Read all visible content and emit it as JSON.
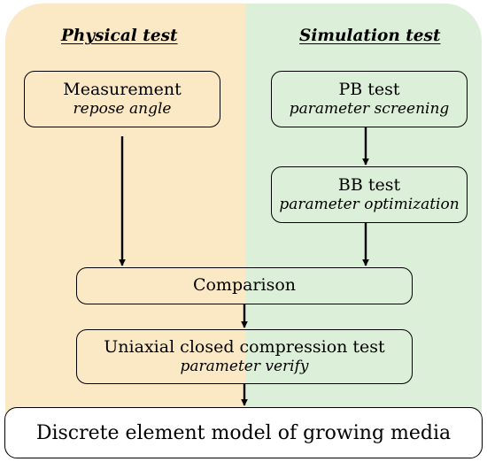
{
  "headers": {
    "physical": "Physical test",
    "simulation": "Simulation test"
  },
  "boxes": {
    "measurement": {
      "title": "Measurement",
      "subtitle": "repose angle"
    },
    "pb_test": {
      "title": "PB test",
      "subtitle": "parameter screening"
    },
    "bb_test": {
      "title": "BB test",
      "subtitle": "parameter optimization"
    },
    "comparison": {
      "title": "Comparison"
    },
    "compression": {
      "title": "Uniaxial closed compression test",
      "subtitle": "parameter verify"
    },
    "final": {
      "title": "Discrete element model of growing media"
    }
  },
  "colors": {
    "physical_bg": "#fbe9c6",
    "simulation_bg": "#dcefd8",
    "final_bg": "#ffffff"
  }
}
